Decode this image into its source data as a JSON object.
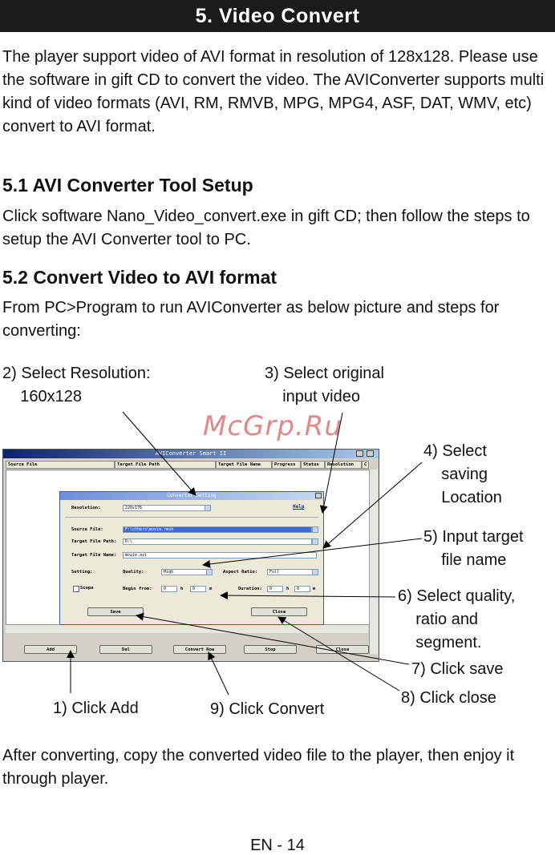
{
  "header": {
    "title": "5. Video Convert"
  },
  "intro": "The player support video of AVI format in resolution of 128x128. Please use the software in gift CD to convert the video. The AVIConverter supports multi kind of video formats (AVI, RM, RMVB, MPG, MPG4, ASF, DAT, WMV, etc) convert to AVI format.",
  "section1": {
    "heading": "5.1 AVI Converter Tool Setup",
    "body": "Click software Nano_Video_convert.exe in gift CD; then follow the steps to setup the AVI Converter tool to PC."
  },
  "section2": {
    "heading": "5.2 Convert Video to AVI format",
    "body": "From PC>Program to run AVIConverter as below picture and steps for converting:"
  },
  "callouts": {
    "c2": "2) Select Resolution:\n    160x128",
    "c3": "3) Select original\n    input video",
    "c4": "4) Select\n    saving\n    Location",
    "c5": "5) Input target\n    file name",
    "c6": "6) Select quality,\n    ratio and\n    segment.",
    "c7": "7) Click save",
    "c8": "8) Click close",
    "c1": "1) Click Add",
    "c9": "9) Click Convert"
  },
  "watermark": "McGrp.Ru",
  "screenshot": {
    "window_title": "AVIConverter Smart II",
    "columns": [
      "Source File",
      "Target File Path",
      "Target File Name",
      "Progress",
      "Status",
      "Resolution",
      "C"
    ],
    "buttons": [
      "Add",
      "Del",
      "Convert Now",
      "Stop",
      "Close"
    ],
    "dialog": {
      "title": "Converter Setting",
      "help": "Help",
      "resolution_label": "Resolution:",
      "resolution_value": "220x176",
      "source_label": "Source File:",
      "source_value": "F:\\others\\movie.rmvb",
      "path_label": "Target File Path:",
      "path_value": "D:\\",
      "name_label": "Target File Name:",
      "name_value": "movie.avi",
      "setting_label": "Setting:",
      "quality_label": "Quality:",
      "quality_value": "High",
      "aspect_label": "Aspect Ratio:",
      "aspect_value": "Full",
      "scope_label": "Scope",
      "begin_label": "Begin from:",
      "begin_h": "0",
      "h_unit": "h",
      "begin_m": "0",
      "m_unit": "m",
      "duration_label": "Duration:",
      "dur_h": "0",
      "dur_m": "0",
      "save_label": "Save",
      "close_label": "Close"
    }
  },
  "outro": "After converting, copy the converted video file to the player, then enjoy it through player.",
  "footer": "EN - 14"
}
